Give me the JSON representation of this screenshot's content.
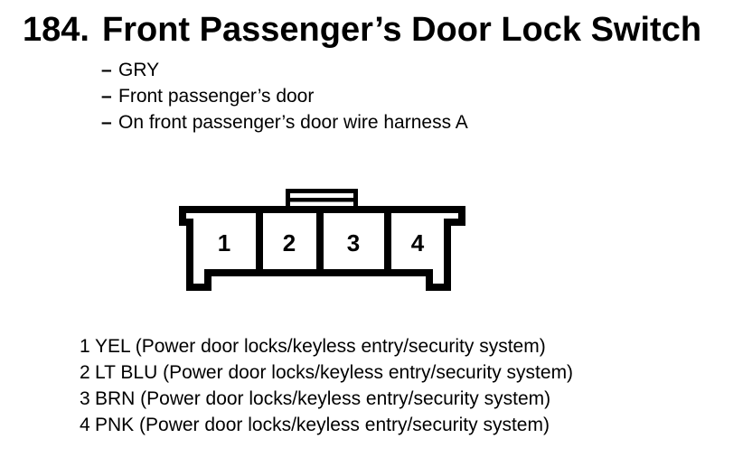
{
  "header": {
    "number": "184.",
    "title": "Front Passenger’s Door Lock Switch",
    "bullet_marker": "–",
    "bullets": [
      "GRY",
      "Front passenger’s door",
      "On front passenger’s door wire harness A"
    ]
  },
  "connector": {
    "type": "4-pin connector, front view",
    "cells": [
      "1",
      "2",
      "3",
      "4"
    ]
  },
  "pins": [
    {
      "number": "1",
      "description": "YEL (Power door locks/keyless entry/security system)"
    },
    {
      "number": "2",
      "description": "LT BLU (Power door locks/keyless entry/security system)"
    },
    {
      "number": "3",
      "description": "BRN (Power door locks/keyless entry/security system)"
    },
    {
      "number": "4",
      "description": "PNK (Power door locks/keyless entry/security system)"
    }
  ],
  "colors": {
    "ink": "#000000",
    "background": "#ffffff"
  }
}
